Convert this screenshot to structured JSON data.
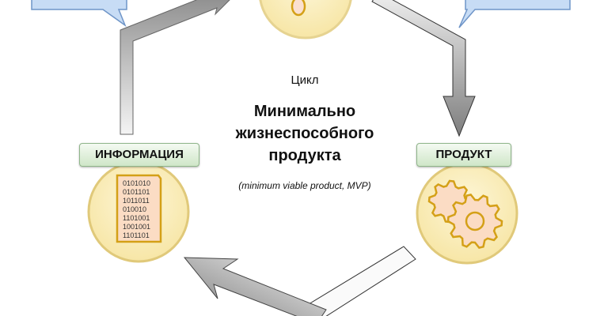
{
  "center": {
    "caption": "Цикл",
    "title_lines": [
      "Минимально",
      "жизнеспособного",
      "продукта"
    ],
    "subtitle": "(minimum viable product, MVP)"
  },
  "nodes": {
    "information": {
      "label": "ИНФОРМАЦИЯ",
      "icon": "binary-document-icon",
      "binary_lines": [
        "0101010",
        "0101101",
        "1011011",
        "010010",
        "1101001",
        "1001001",
        "1101101"
      ]
    },
    "product": {
      "label": "ПРОДУКТ",
      "icon": "gears-icon"
    },
    "idea": {
      "icon": "lightbulb-icon"
    }
  },
  "colors": {
    "circle_fill": "#fbeeb8",
    "circle_stroke": "#e0c97a",
    "icon_stroke": "#d4a017",
    "callout_fill": "#c7dcf5",
    "callout_stroke": "#6f95c8",
    "arrow": "#8c8c8c"
  }
}
